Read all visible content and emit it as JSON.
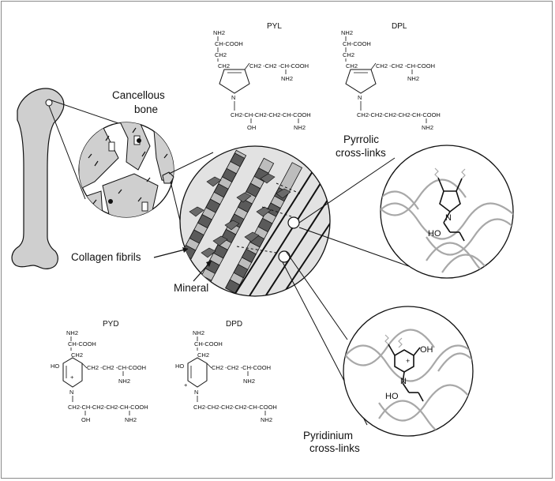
{
  "labels": {
    "cancellous": [
      "Cancellous",
      "bone"
    ],
    "collagen": "Collagen fibrils",
    "mineral": "Mineral",
    "pyrrolic": [
      "Pyrrolic",
      "cross-links"
    ],
    "pyridinium": [
      "Pyridinium",
      "cross-links"
    ]
  },
  "structures": {
    "pyl": {
      "name": "PYL",
      "nh2_top": "NH2",
      "cooh_top": "CH-COOH",
      "ch2_top": "CH2",
      "side_chain": "CH2 -CH2 -CH-COOH",
      "side_nh2": "NH2",
      "n_atom": "N",
      "bottom_chain": "CH2-CH-CH2-CH2-CH-COOH",
      "oh": "OH",
      "bottom_nh2": "NH2"
    },
    "dpl": {
      "name": "DPL",
      "nh2_top": "NH2",
      "cooh_top": "CH-COOH",
      "ch2_top": "CH2",
      "side_chain": "CH2 -CH2 -CH-COOH",
      "side_nh2": "NH2",
      "n_atom": "N",
      "bottom_chain": "CH2-CH2-CH2-CH2-CH-COOH",
      "bottom_nh2": "NH2"
    },
    "pyd": {
      "name": "PYD",
      "nh2_top": "NH2",
      "cooh_top": "CH-COOH",
      "ch2_top": "CH2",
      "ho": "HO",
      "side_chain": "CH2 -CH2 -CH-COOH",
      "side_nh2": "NH2",
      "n_atom": "N",
      "charge": "+",
      "bottom_chain": "CH2-CH-CH2-CH2-CH-COOH",
      "oh": "OH",
      "bottom_nh2": "NH2"
    },
    "dpd": {
      "name": "DPD",
      "nh2_top": "NH2",
      "cooh_top": "CH-COOH",
      "ch2_top": "CH2",
      "ho": "HO",
      "side_chain": "CH2 -CH2 -CH-COOH",
      "side_nh2": "NH2",
      "n_atom": "N",
      "charge": "+",
      "bottom_chain": "CH2-CH2-CH2-CH2-CH-COOH",
      "bottom_nh2": "NH2"
    }
  },
  "insets": {
    "pyrrolic_detail": {
      "n_atom": "N",
      "ho": "HO"
    },
    "pyridinium_detail": {
      "n_atom": "N",
      "charge": "+",
      "oh": "OH",
      "ho": "HO"
    }
  },
  "colors": {
    "bone_fill": "#cfcfcf",
    "fibril_dark": "#5a5a5a",
    "fibril_light": "#bdbdbd",
    "collagen_strand": "#a8a8a8",
    "circle_fill": "#e2e2e2",
    "line": "#111111"
  }
}
